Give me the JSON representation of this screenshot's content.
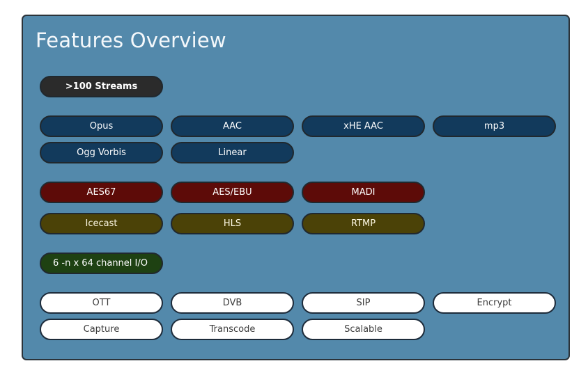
{
  "card": {
    "title": "Features Overview",
    "background_color": "#5389ab",
    "border_color": "#2b333a"
  },
  "groups": [
    {
      "name": "streams",
      "theme": "dark",
      "background_color": "#2b2b2b",
      "text_color": "#ffffff",
      "rows": [
        [
          ">100 Streams"
        ]
      ]
    },
    {
      "name": "codecs",
      "theme": "navy",
      "background_color": "#123a5c",
      "text_color": "#ffffff",
      "rows": [
        [
          "Opus",
          "AAC",
          "xHE AAC",
          "mp3"
        ],
        [
          "Ogg Vorbis",
          "Linear"
        ]
      ]
    },
    {
      "name": "audio-transport",
      "theme": "maroon",
      "background_color": "#5d0b08",
      "text_color": "#ffffff",
      "rows": [
        [
          "AES67",
          "AES/EBU",
          "MADI"
        ]
      ]
    },
    {
      "name": "streaming-protocols",
      "theme": "olive",
      "background_color": "#4b4207",
      "text_color": "#fdf8e3",
      "rows": [
        [
          "Icecast",
          "HLS",
          "RTMP"
        ]
      ]
    },
    {
      "name": "channel-io",
      "theme": "green",
      "background_color": "#1e4112",
      "text_color": "#ffffff",
      "rows": [
        [
          "6 -n x 64 channel I/O"
        ]
      ]
    },
    {
      "name": "capabilities",
      "theme": "white",
      "background_color": "#ffffff",
      "text_color": "#3b3b3b",
      "rows": [
        [
          "OTT",
          "DVB",
          "SIP",
          "Encrypt"
        ],
        [
          "Capture",
          "Transcode",
          "Scalable"
        ]
      ]
    }
  ]
}
